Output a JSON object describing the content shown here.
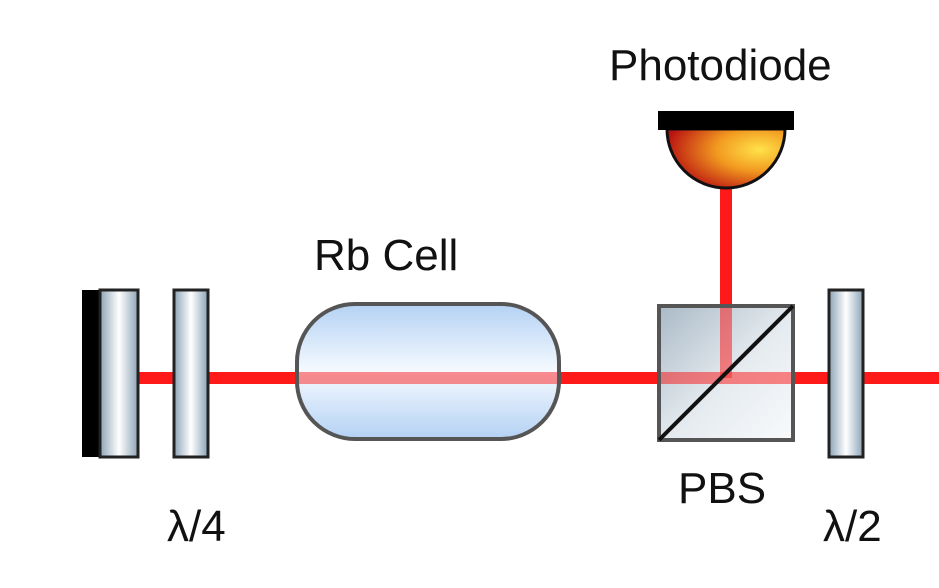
{
  "labels": {
    "photodiode": "Photodiode",
    "rb_cell": "Rb Cell",
    "pbs": "PBS",
    "quarter_wave": "λ/4",
    "half_wave": "λ/2"
  },
  "colors": {
    "beam": "#ff1a1a",
    "outline": "#555555",
    "mirror_backing": "#000000",
    "detector_mount": "#000000"
  }
}
